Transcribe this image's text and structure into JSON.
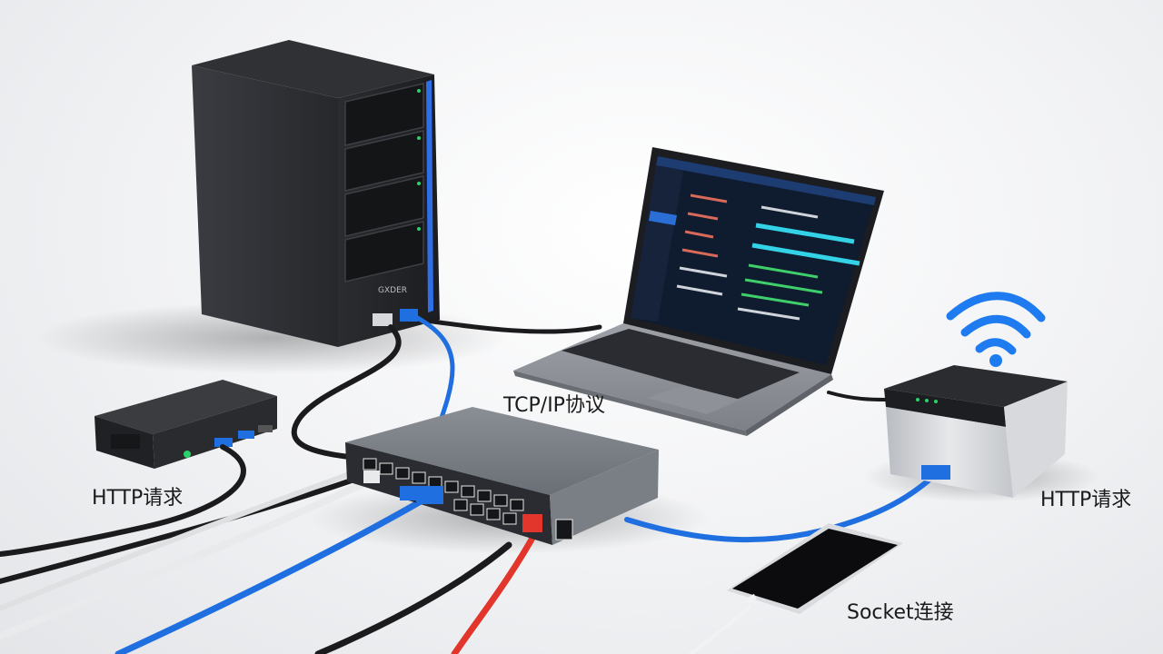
{
  "labels": {
    "tcp": "TCP/IP协议",
    "http_left": "HTTP请求",
    "http_right": "HTTP请求",
    "socket": "Socket连接"
  },
  "server": {
    "brand_text": "GXDER"
  },
  "colors": {
    "server_body": "#2b2d31",
    "switch_body": "#6e7279",
    "router_body": "#c9ccd1",
    "cable_blue": "#1f6fe0",
    "cable_red": "#e2352b",
    "cable_black": "#1b1b1d",
    "cable_white": "#e9eaec",
    "wifi": "#1e7bf0",
    "screen_bg": "#0f1b2e",
    "code_cyan": "#33d2e6"
  },
  "icons": [
    "wifi-icon"
  ]
}
